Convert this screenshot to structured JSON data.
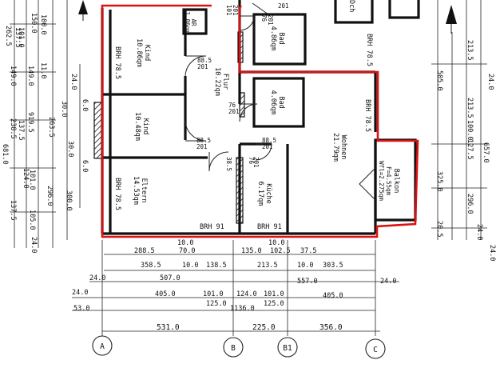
{
  "rooms": {
    "kind1": {
      "name": "Kind",
      "area": "10.86qm"
    },
    "kind2": {
      "name": "Kind",
      "area": "10.48qm"
    },
    "eltern": {
      "name": "Eltern",
      "area": "14.53qm"
    },
    "flur": {
      "name": "Flur",
      "area": "10.22qm"
    },
    "bad1": {
      "name": "Bad",
      "area": "4.86qm"
    },
    "bad2": {
      "name": "Bad",
      "area": "4.06qm"
    },
    "wohnen": {
      "name": "Wohnen",
      "area": "21.79qm"
    },
    "kueche": {
      "name": "Küche",
      "area": "6.17qm"
    },
    "balkon": {
      "name": "Balkon",
      "area": "F=4.55qm",
      "wfl": "Wfl=2.275qm"
    },
    "ar": {
      "name": "AR",
      "area": "1.06qm"
    }
  },
  "labels": {
    "brh785": "BRH 78.5",
    "brh91": "BRH 91",
    "door885": "88.5",
    "door201": "201",
    "door76": "76",
    "door101": "101",
    "door385": "38.5",
    "door101b": "101"
  },
  "left_dims": [
    "262.5",
    "137.5",
    "149.0",
    "101.0",
    "149.0",
    "150.0",
    "100.0",
    "11.0",
    "24.0",
    "6.0",
    "30.0",
    "919.5",
    "263.5",
    "238.5",
    "137.5",
    "681.0",
    "30.0",
    "6.0",
    "296.0",
    "124.0",
    "101.0",
    "137.5",
    "300.0",
    "105.0",
    "24.0"
  ],
  "right_dims": [
    "213.5",
    "505.0",
    "213.5",
    "100.0",
    "127.5",
    "657.0",
    "325.0",
    "296.0",
    "24.0",
    "20.5",
    "24.0",
    "24.0"
  ],
  "bottom_row1": [
    "10.0",
    "288.5",
    "70.0",
    "135.0",
    "102.5",
    "37.5",
    "10.0"
  ],
  "bottom_row2": [
    "358.5",
    "10.0",
    "138.5",
    "213.5",
    "10.0",
    "303.5"
  ],
  "bottom_row3": [
    "24.0",
    "507.0",
    "557.0",
    "24.0"
  ],
  "bottom_row4": [
    "24.0",
    "405.0",
    "101.0",
    "124.0",
    "101.0",
    "405.0"
  ],
  "bottom_row5": [
    "125.0",
    "125.0"
  ],
  "bottom_row6": [
    "53.0",
    "1136.0"
  ],
  "bottom_row7": [
    "531.0",
    "225.0",
    "356.0"
  ],
  "axes": [
    "A",
    "B",
    "B1",
    "C"
  ],
  "top_fragments": [
    "201",
    "76",
    "201",
    "Dch"
  ]
}
